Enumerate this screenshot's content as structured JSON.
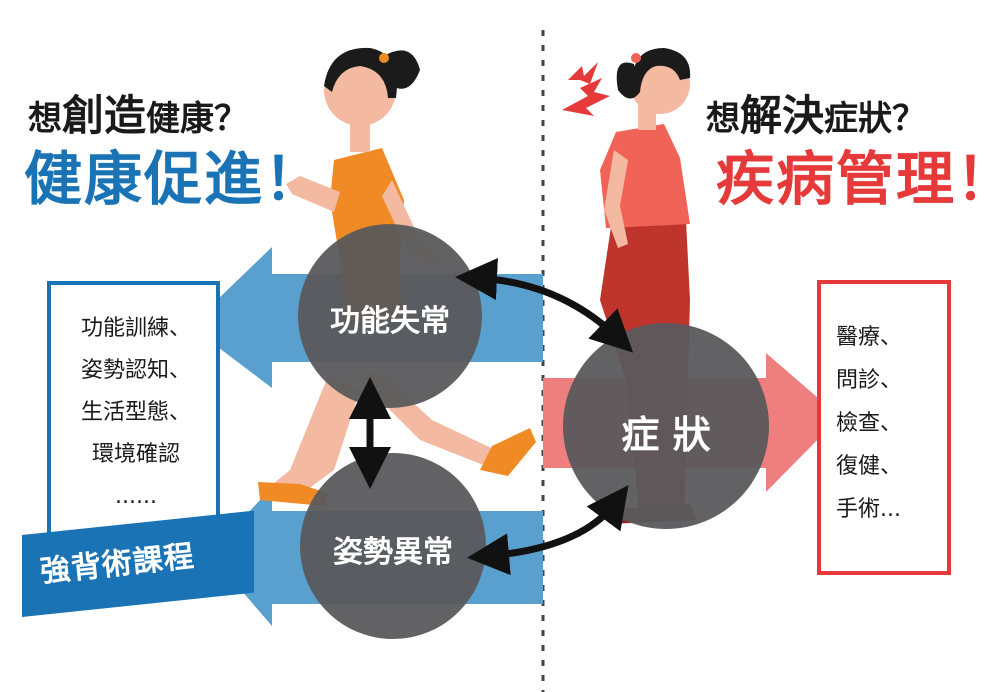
{
  "left": {
    "heading_prefix": "想",
    "heading_emphasis": "創造",
    "heading_suffix": "健康？",
    "main_title": "健康促進！",
    "items": [
      "功能訓練、",
      "姿勢認知、",
      "生活型態、",
      "環境確認",
      "......"
    ],
    "banner": "強背術課程"
  },
  "right": {
    "heading_prefix": "想",
    "heading_emphasis": "解決",
    "heading_suffix": "症狀？",
    "main_title": "疾病管理！",
    "items": [
      "醫療、",
      "問診、",
      "檢查、",
      "復健、",
      "手術..."
    ]
  },
  "circles": {
    "function": "功能失常",
    "posture": "姿勢異常",
    "symptom": "症 狀"
  },
  "colors": {
    "blue": "#1a73b5",
    "red": "#e63a3a",
    "circle": "#5a5a5c",
    "arrow_blue": "#5aa0cf",
    "arrow_red": "#ef7f7f"
  }
}
